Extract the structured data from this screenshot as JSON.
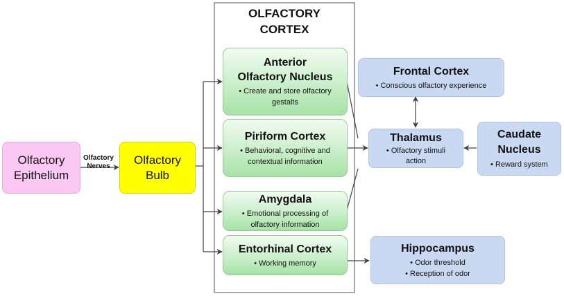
{
  "cortex": {
    "title": "OLFACTORY\nCORTEX"
  },
  "epithelium": {
    "label": "Olfactory\nEpithelium"
  },
  "nerves": {
    "label": "Olfactory\nNerves"
  },
  "bulb": {
    "label": "Olfactory\nBulb"
  },
  "anterior": {
    "title": "Anterior\nOlfactory Nucleus",
    "detail": "• Create and store olfactory\ngestalts"
  },
  "piriform": {
    "title": "Piriform Cortex",
    "detail": "• Behavioral, cognitive and\ncontextual information"
  },
  "amygdala": {
    "title": "Amygdala",
    "detail": "• Emotional processing of\nolfactory information"
  },
  "entorhinal": {
    "title": "Entorhinal Cortex",
    "detail": "• Working memory"
  },
  "frontal": {
    "title": "Frontal Cortex",
    "detail": "• Conscious olfactory experience"
  },
  "thalamus": {
    "title": "Thalamus",
    "detail": "• Olfactory stimuli\naction"
  },
  "caudate": {
    "title": "Caudate\nNucleus",
    "detail": "• Reward system"
  },
  "hippocampus": {
    "title": "Hippocampus",
    "detail": "• Odor threshold\n• Reception of odor"
  },
  "colors": {
    "pink": "#fbc8f3",
    "yellow": "#ffff00",
    "green": "#c9efc9",
    "blue": "#c9d9f1",
    "frame": "#a6a6a6",
    "line": "#404040"
  }
}
